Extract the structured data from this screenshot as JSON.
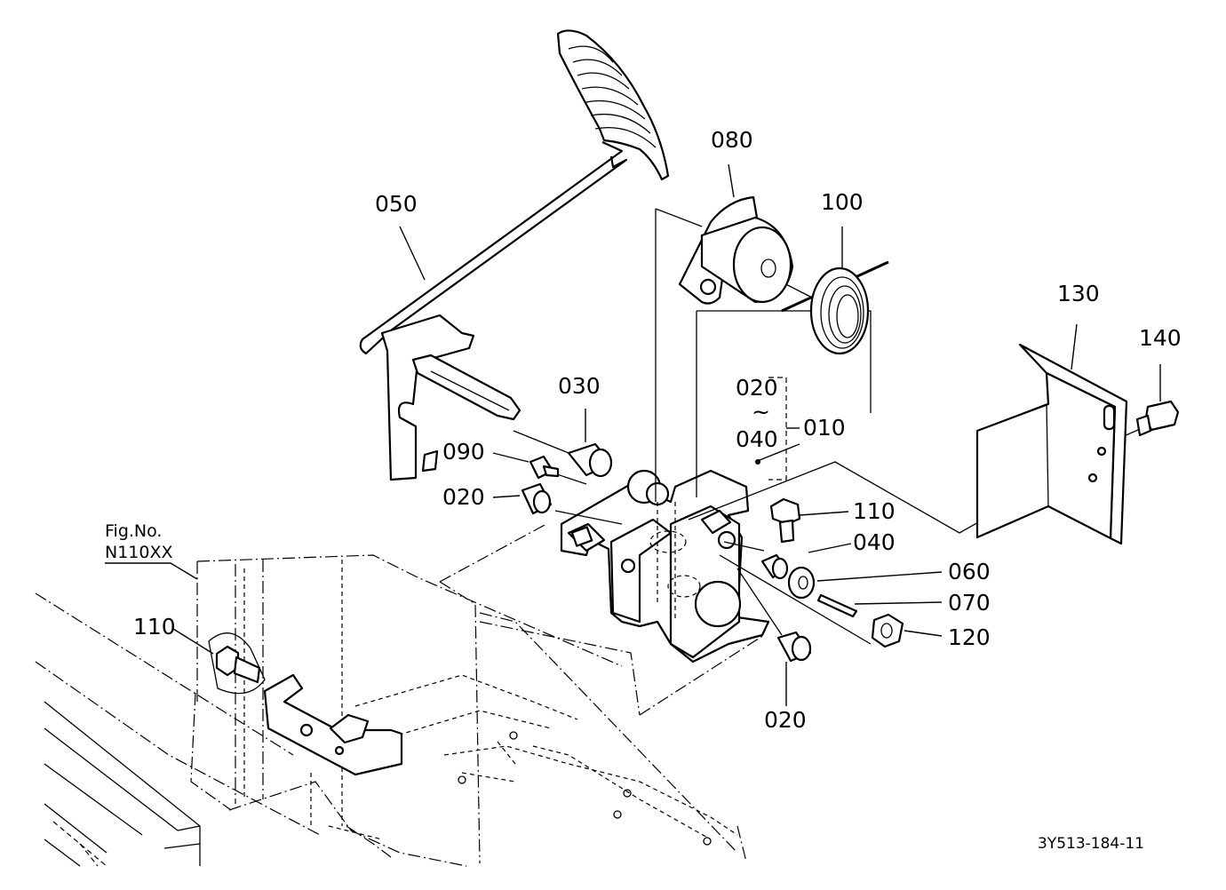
{
  "diagram": {
    "drawing_number": "3Y513-184-11",
    "reference": {
      "label": "Fig.No.",
      "value": "N110XX"
    },
    "callouts": {
      "c010": "010",
      "c020_range": "020",
      "c020_a": "020",
      "c020_b": "020",
      "range_tilde": "~",
      "c040_range": "040",
      "c040": "040",
      "c030": "030",
      "c050": "050",
      "c060": "060",
      "c070": "070",
      "c080": "080",
      "c090": "090",
      "c100": "100",
      "c110_a": "110",
      "c110_b": "110",
      "c120": "120",
      "c130": "130",
      "c140": "140"
    }
  }
}
